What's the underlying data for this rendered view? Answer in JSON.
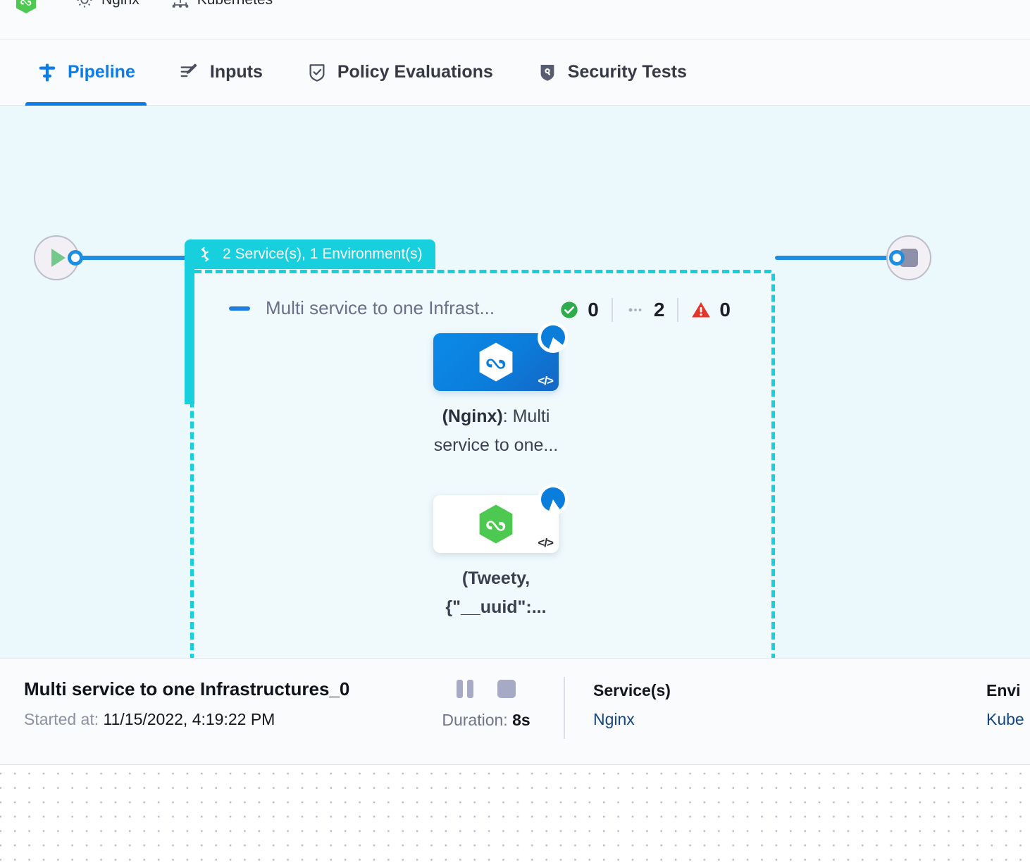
{
  "breadcrumb": {
    "items": [
      {
        "icon": "harness-hex-icon",
        "label": ""
      },
      {
        "icon": "gear-icon",
        "label": "Nginx"
      },
      {
        "icon": "kubernetes-icon",
        "label": "Kubernetes"
      }
    ]
  },
  "tabs": [
    {
      "id": "pipeline",
      "label": "Pipeline",
      "icon": "pipeline-icon",
      "active": true
    },
    {
      "id": "inputs",
      "label": "Inputs",
      "icon": "inputs-edit-icon",
      "active": false
    },
    {
      "id": "policy-evaluations",
      "label": "Policy Evaluations",
      "icon": "shield-check-icon",
      "active": false
    },
    {
      "id": "security-tests",
      "label": "Security Tests",
      "icon": "shield-scan-icon",
      "active": false
    }
  ],
  "canvas": {
    "group": {
      "badge_label": "2 Service(s), 1 Environment(s)",
      "badge_icon": "loop-matrix-icon",
      "title": "Multi service to one Infrast...",
      "collapse_icon": "minus-collapse-icon",
      "stats": [
        {
          "icon": "success-check-icon",
          "value": "0",
          "color": "#2eab4c"
        },
        {
          "icon": "running-dots-icon",
          "value": "2",
          "color": "#a0a4b8"
        },
        {
          "icon": "failed-warning-icon",
          "value": "0",
          "color": "#e3372b"
        }
      ]
    },
    "nodes": [
      {
        "id": "nginx-stage",
        "label_bold": "(Nginx)",
        "label_rest": ": Multi service to one...",
        "icon": "harness-hex-white-icon",
        "badge": "running-spinner-icon",
        "code_icon": "code-brackets-icon",
        "style": "blue"
      },
      {
        "id": "tweety-stage",
        "label_bold": "(Tweety, {\"__uuid\":...",
        "label_rest": "",
        "icon": "harness-hex-green-icon",
        "badge": "running-spinner-icon",
        "code_icon": "code-brackets-icon",
        "style": "white"
      }
    ],
    "start_node": {
      "icon": "play-icon",
      "name": "pipeline-start-node"
    },
    "end_node": {
      "icon": "stop-icon",
      "name": "pipeline-end-node"
    }
  },
  "detail": {
    "title": "Multi service to one Infrastructures_0",
    "started_label": "Started at:",
    "started_value": "11/15/2022, 4:19:22 PM",
    "controls": {
      "pause_icon": "pause-icon",
      "stop_icon": "stop-icon"
    },
    "duration_label": "Duration:",
    "duration_value": "8s",
    "services": {
      "heading": "Service(s)",
      "value": "Nginx"
    },
    "environments": {
      "heading": "Envi",
      "value": "Kube"
    }
  }
}
